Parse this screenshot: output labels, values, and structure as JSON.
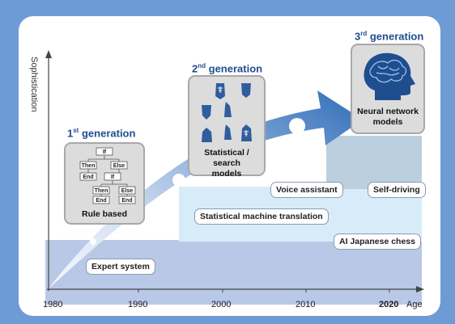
{
  "y_axis_label": "Sophistication",
  "x_axis": {
    "ticks": [
      "1980",
      "1990",
      "2000",
      "2010",
      "2020"
    ],
    "unit": "Age"
  },
  "generations": [
    {
      "number": "1",
      "suffix": "st",
      "word": "generation",
      "card_label": "Rule based"
    },
    {
      "number": "2",
      "suffix": "nd",
      "word": "generation",
      "card_label_line1": "Statistical / search",
      "card_label_line2": "models"
    },
    {
      "number": "3",
      "suffix": "rd",
      "word": "generation",
      "card_label_line1": "Neural network",
      "card_label_line2": "models"
    }
  ],
  "flowchart": {
    "nodes": [
      "If",
      "Then",
      "Else",
      "End",
      "If",
      "Then",
      "Else",
      "End",
      "End"
    ]
  },
  "applications": [
    "Expert system",
    "Statistical machine translation",
    "Voice assistant",
    "Self-driving",
    "AI Japanese chess"
  ],
  "colors": {
    "frame": "#6e9bd6",
    "title": "#1f4e8f",
    "arrow": "#2f6db8",
    "band_bottom": "#b8c8e6",
    "band_mid": "#d7ecf8",
    "band_top": "#bccfdf"
  },
  "icons": [
    "brain-head-icon",
    "shogi-piece-icon"
  ]
}
